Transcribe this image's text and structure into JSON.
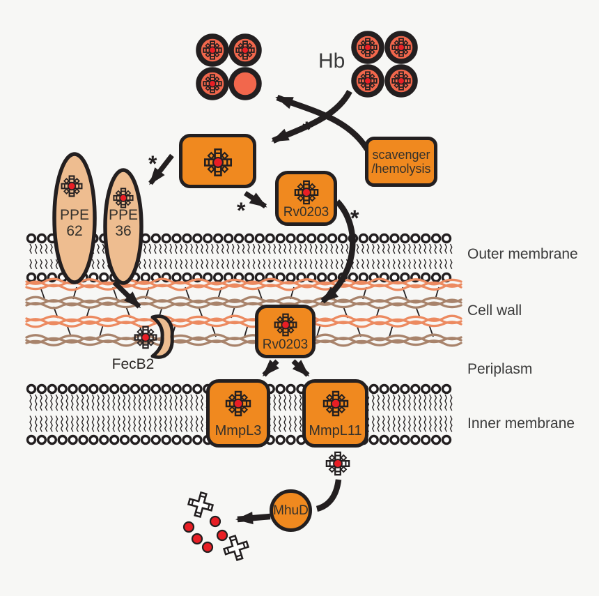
{
  "nodes": {
    "hb_label": "Hb",
    "scavenger": {
      "line1": "scavenger",
      "line2": "/hemolysis"
    },
    "ppe62": {
      "line1": "PPE",
      "line2": "62"
    },
    "ppe36": {
      "line1": "PPE",
      "line2": "36"
    },
    "rv0203_extracellular": {
      "label": "Rv0203"
    },
    "rv0203_cellwall": {
      "label": "Rv0203"
    },
    "fecb2": {
      "label": "FecB2"
    },
    "mmpl3": {
      "label": "MmpL3"
    },
    "mmpl11": {
      "label": "MmpL11"
    },
    "mhud": {
      "label": "MhuD"
    }
  },
  "compartments": {
    "outer_membrane": "Outer membrane",
    "cell_wall": "Cell wall",
    "periplasm": "Periplasm",
    "inner_membrane": "Inner membrane"
  },
  "annotations": {
    "asterisk": "*",
    "asterisk_count": 4
  },
  "icons": {
    "heme": "porphyrin-cross-with-red-iron-center",
    "degraded_heme": "open-porphyrin-cross",
    "iron_atom": "red-dot",
    "hb_subunit": "orange-circle-with-thick-black-ring"
  },
  "colors": {
    "background": "#f7f7f5",
    "outline": "#231f20",
    "box_orange": "#f0891f",
    "heme_red": "#e81e25",
    "subunit_orange": "#f2674c",
    "tan": "#eebd90",
    "strand_orange": "#ec8a60",
    "strand_brown": "#a8836b",
    "label_text": "#3a3a3a",
    "box_text": "#33302b"
  }
}
